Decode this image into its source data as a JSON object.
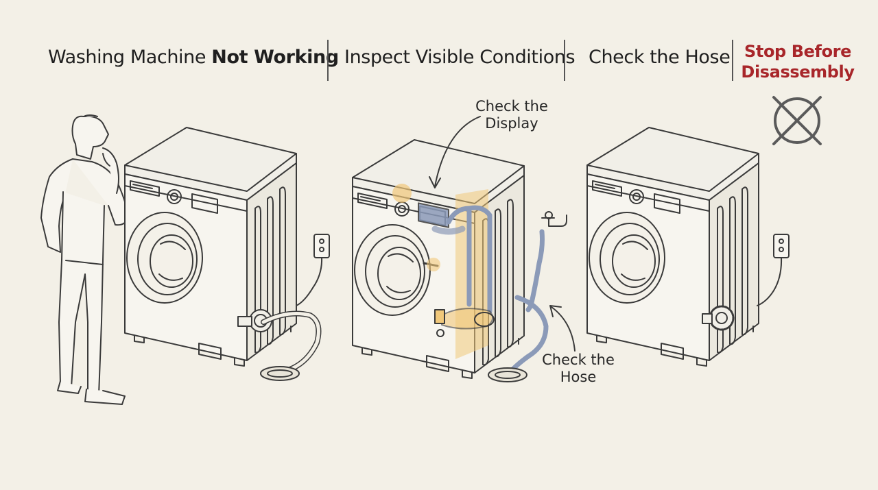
{
  "header": {
    "step1_prefix": "Washing Machine ",
    "step1_bold": "Not Working",
    "step2": "Inspect Visible Conditions",
    "step3": "Check the Hose",
    "step4_line1": "Stop Before",
    "step4_line2": "Disassembly"
  },
  "callouts": {
    "display": "Check the Display",
    "hose": "Check the Hose"
  },
  "icons": {
    "stop": "prohibited-icon"
  },
  "colors": {
    "background": "#f3f0e7",
    "line": "#3a3a3a",
    "highlight": "#f1c87a",
    "hose": "#8b9ab8",
    "warning": "#a8262a"
  }
}
